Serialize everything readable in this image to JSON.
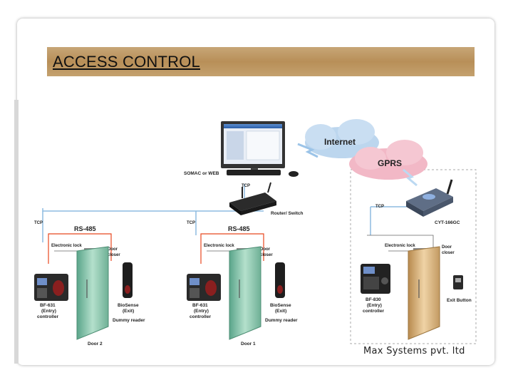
{
  "title": "ACCESS CONTROL",
  "footer": "Max Systems pvt. ltd",
  "labels": {
    "internet": "Internet",
    "gprs": "GPRS",
    "somac": "SOMAC or WEB",
    "tcp": "TCP",
    "router": "Router/ Switch",
    "rs485": "RS-485",
    "cyt": "CYT-166GC",
    "elock": "Electronic lock",
    "door_closer_1": "Door",
    "door_closer_2": "closer",
    "bf631_1": "BF-631",
    "bf631_2": "(Entry)",
    "bf631_3": "controller",
    "bf830_1": "BF-830",
    "bf830_2": "(Entry)",
    "bf830_3": "controller",
    "bio_1": "BioSense",
    "bio_2": "(Exit)",
    "bio_3": "Dummy reader",
    "door2": "Door 2",
    "door1": "Door 1",
    "exit_button": "Exit Button"
  },
  "colors": {
    "title_band": "#b88f58",
    "rs485": "#e8471f",
    "internet_cloud": "#bcd6ee",
    "gprs_cloud": "#f2b8c6",
    "door_glass": "#7fb8a0",
    "door_gold": "#c9a46a",
    "bus": "#8dbbe0"
  }
}
